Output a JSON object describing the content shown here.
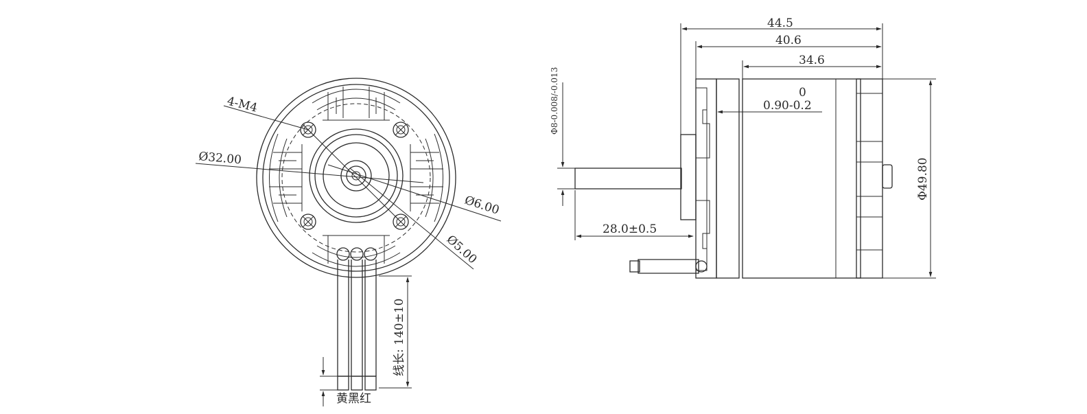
{
  "front_view": {
    "labels": {
      "holes": "4-M4",
      "outer_diameter": "Ø32.00",
      "shaft_diameter_a": "Ø6.00",
      "shaft_diameter_b": "Ø5.00",
      "wire_length": "线长: 140±10",
      "wire_colors": "黄黑红"
    }
  },
  "side_view": {
    "labels": {
      "overall_length": "44.5",
      "body_length": "40.6",
      "can_length": "34.6",
      "gap_tolerance_upper": "0",
      "gap": "0.90-0.2",
      "shaft_tolerance": "Φ8-0.008/-0.013",
      "shaft_length": "28.0±0.5",
      "body_diameter": "Φ49.80"
    }
  },
  "colors": {
    "line": "#2a2a2a",
    "background": "#ffffff"
  }
}
